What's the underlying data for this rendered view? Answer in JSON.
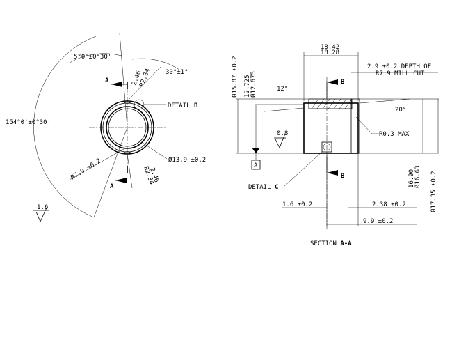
{
  "front_view": {
    "angle_top": "5°0'±0°30'",
    "angle_right": "30°±1°",
    "angle_left": "154°0'±0°30'",
    "dim_246_top": "2.46",
    "dim_r234_top": "R2.34",
    "detail_b_label": "DETAIL",
    "detail_b_letter": "B",
    "radius_label": "R7.9 ±0.2",
    "dim_246_bottom": "2.46",
    "dim_r234_bottom": "R2.34",
    "diameter_label": "Ø13.9 ±0.2",
    "section_letter_top": "A",
    "section_letter_bottom": "A",
    "finish": "1.6"
  },
  "section_view": {
    "dim_1842": "18.42",
    "dim_1828": "18.28",
    "depth_line1": "2.9 ±0.2 DEPTH OF",
    "depth_line2": "R7.9 MILL CUT",
    "dia_1587": "Ø15.87 ±0.2",
    "dim_12725": "12.725",
    "dia_12675": "Ø12.675",
    "angle_12": "12°",
    "angle_20": "20°",
    "b_top": "B",
    "b_bottom": "B",
    "r03": "R0.3 MAX",
    "finish_08": "0.8",
    "datum_a": "A",
    "detail_c_label": "DETAIL",
    "detail_c_letter": "C",
    "dim_1690": "16.90",
    "dia_1663": "Ø16.63",
    "dia_1735": "Ø17.35 ±0.2",
    "dim_16": "1.6 ±0.2",
    "dim_238": "2.38 ±0.2",
    "dim_99": "9.9 ±0.2",
    "section_title": "SECTION",
    "section_name": "A-A"
  }
}
